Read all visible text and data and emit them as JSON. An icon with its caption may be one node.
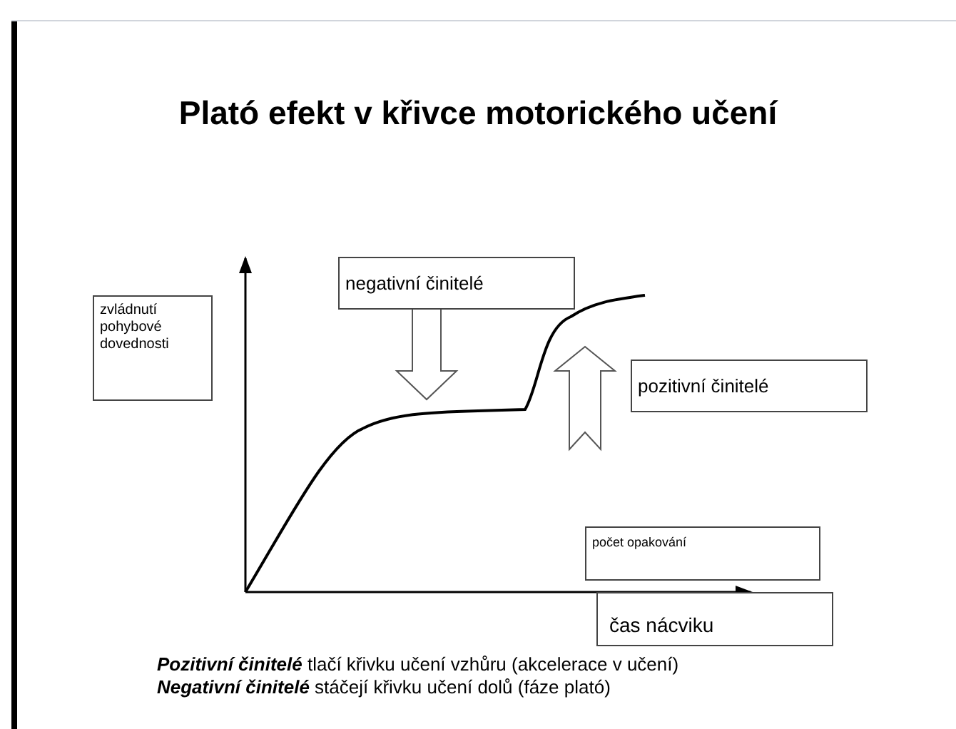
{
  "diagram": {
    "title": "Plató efekt v křivce motorického učení",
    "nodes": [
      {
        "text": [
          "zvládnutí pohybové dovednosti"
        ]
      },
      {
        "text": [
          "negativní činitelé"
        ]
      },
      {
        "text": [
          "pozitivní činitelé"
        ]
      },
      {
        "text": [
          "počet opakování"
        ]
      },
      {
        "text": [
          "čas nácviku"
        ]
      }
    ],
    "labels": [
      "**Pozitivní činitelé** tlačí křivku učení vzhůru (akcelerace v učení)",
      "**Negativní činitelé** stáčejí křivku učení dolů (fáze plató)"
    ]
  }
}
